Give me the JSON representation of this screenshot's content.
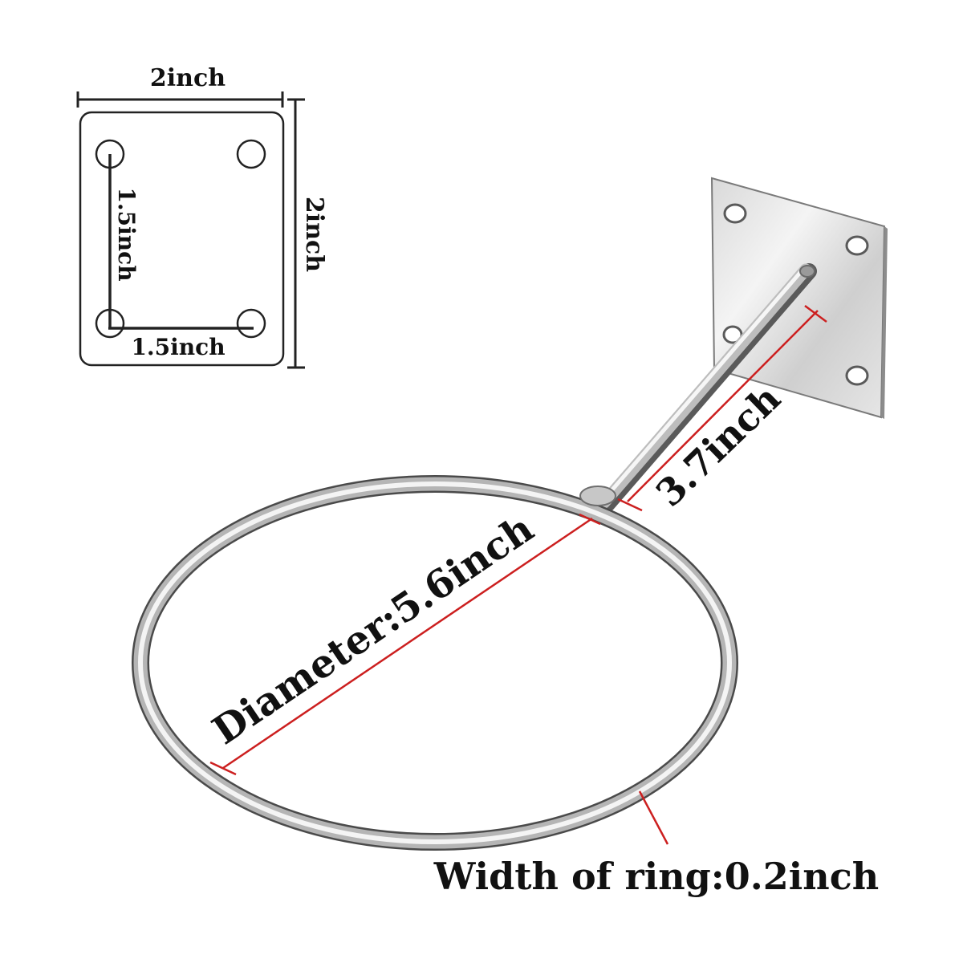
{
  "plate_diagram": {
    "width_label": "2inch",
    "height_label": "2inch",
    "hole_vertical_label": "1.5inch",
    "hole_horizontal_label": "1.5inch"
  },
  "product": {
    "arm_length_label": "3.7inch",
    "diameter_label": "Diameter:5.6inch",
    "ring_width_label": "Width of ring:0.2inch"
  },
  "colors": {
    "dimension_line": "#cc1f1f",
    "outline": "#222222",
    "metal_light": "#f2f2f2",
    "metal_mid": "#b8b8b8",
    "metal_dark": "#6e6e6e"
  }
}
